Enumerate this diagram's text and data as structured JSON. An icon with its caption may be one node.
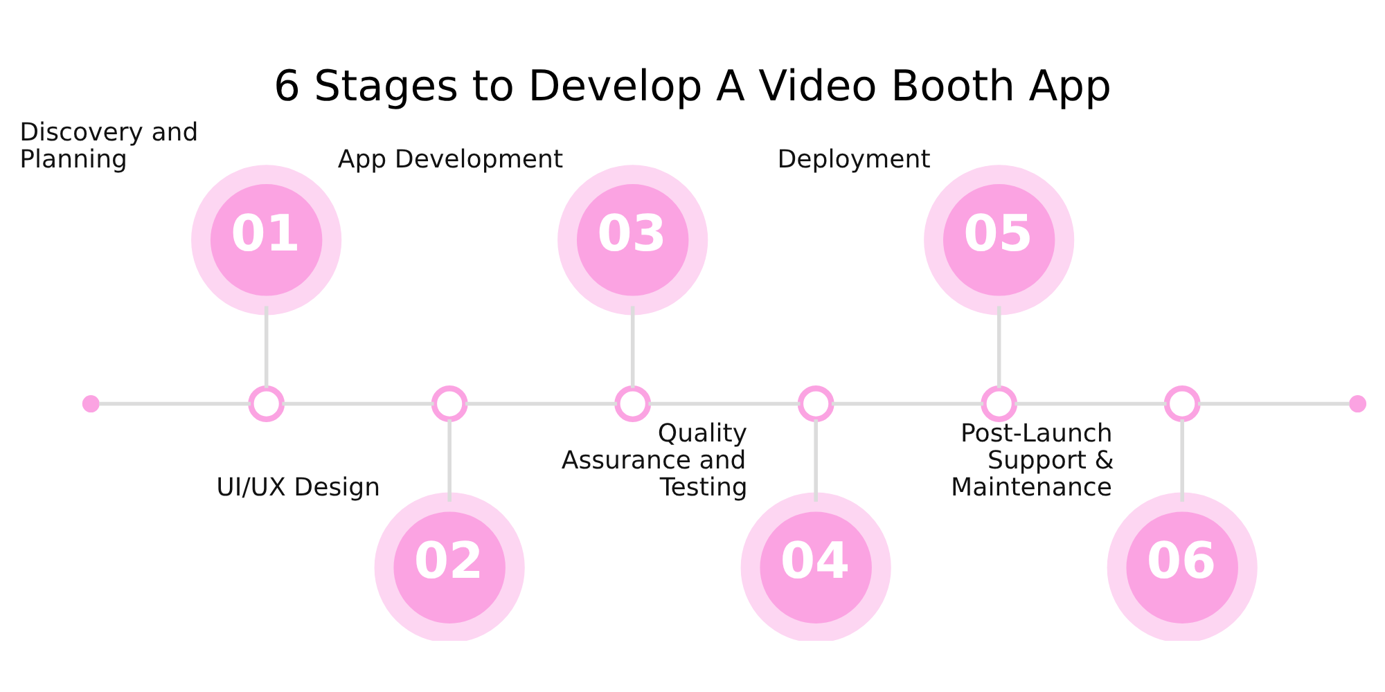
{
  "diagram": {
    "title": "6 Stages to Develop A Video Booth App",
    "nodes": [
      {
        "text": [],
        "shape": "circle"
      },
      {
        "text": [
          "01"
        ],
        "beside": [
          "Discovery and Planning"
        ]
      },
      {
        "text": [],
        "shape": "circle"
      },
      {
        "text": [
          "02"
        ],
        "beside": [
          "UI/UX Design"
        ]
      },
      {
        "text": [],
        "shape": "circle"
      },
      {
        "text": [
          "03"
        ],
        "beside": [
          "App Development"
        ]
      },
      {
        "text": [],
        "shape": "circle"
      },
      {
        "text": [
          "04"
        ],
        "beside": [
          "Quality Assurance and Testing"
        ]
      },
      {
        "text": [],
        "shape": "circle"
      },
      {
        "text": [
          "05"
        ],
        "beside": [
          "Deployment"
        ]
      },
      {
        "text": [],
        "shape": "circle"
      },
      {
        "text": [
          "06"
        ],
        "beside": [
          "Post-Launch Support & Maintenance"
        ]
      },
      {
        "text": [],
        "shape": "circle"
      },
      {
        "text": [],
        "shape": "circle"
      }
    ],
    "edges": [
      {
        "from": 0,
        "to": 2,
        "arrow": "none"
      },
      {
        "from": 1,
        "to": 2,
        "arrow": "none"
      },
      {
        "from": 2,
        "to": 4,
        "arrow": "none"
      },
      {
        "from": 4,
        "to": 3,
        "arrow": "none"
      },
      {
        "from": 4,
        "to": 6,
        "arrow": "none"
      },
      {
        "from": 5,
        "to": 6,
        "arrow": "none"
      },
      {
        "from": 6,
        "to": 8,
        "arrow": "none"
      },
      {
        "from": 8,
        "to": 7,
        "arrow": "none"
      },
      {
        "from": 8,
        "to": 10,
        "arrow": "none"
      },
      {
        "from": 9,
        "to": 10,
        "arrow": "none"
      },
      {
        "from": 10,
        "to": 12,
        "arrow": "none"
      },
      {
        "from": 12,
        "to": 11,
        "arrow": "none"
      },
      {
        "from": 12,
        "to": 13,
        "arrow": "none"
      }
    ]
  }
}
